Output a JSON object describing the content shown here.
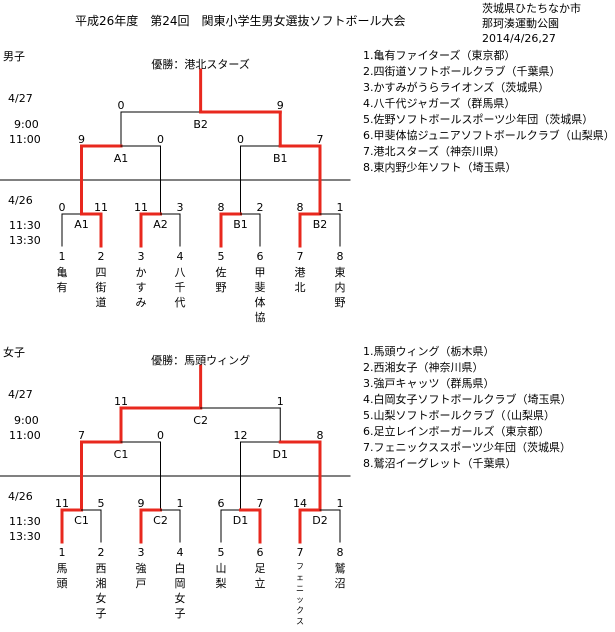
{
  "header": {
    "title": "平成26年度　第24回　関東小学生男女選抜ソフトボール大会",
    "venue_line1": "茨城県ひたちなか市",
    "venue_line2": "那珂湊運動公園",
    "dates": "2014/4/26,27"
  },
  "colors": {
    "advance": "#e8281e",
    "line": "#000000"
  },
  "boys": {
    "section_label": "男子",
    "champion": "優勝：港北スターズ",
    "day2_date": "4/27",
    "day2_time1": "9:00",
    "day2_time2": "11:00",
    "day1_date": "4/26",
    "day1_time1": "11:30",
    "day1_time2": "13:30",
    "teams_list": [
      "1.亀有ファイターズ（東京都）",
      "2.四街道ソフトボールクラブ（千葉県）",
      "3.かすみがうらライオンズ（茨城県）",
      "4.八千代ジャガーズ（群馬県）",
      "5.佐野ソフトボールスポーツ少年団（茨城県）",
      "6.甲斐体協ジュニアソフトボールクラブ（山梨県）",
      "7.港北スターズ（神奈川県）",
      "8.東内野少年ソフト（埼玉県）"
    ],
    "slots": [
      {
        "num": "1",
        "name": "亀有"
      },
      {
        "num": "2",
        "name": "四街道"
      },
      {
        "num": "3",
        "name": "かすみ"
      },
      {
        "num": "4",
        "name": "八千代"
      },
      {
        "num": "5",
        "name": "佐野"
      },
      {
        "num": "6",
        "name": "甲斐体協"
      },
      {
        "num": "7",
        "name": "港北"
      },
      {
        "num": "8",
        "name": "東内野"
      }
    ],
    "r1": [
      {
        "label": "A1",
        "scores": [
          "0",
          "11"
        ],
        "winner": 1
      },
      {
        "label": "A2",
        "scores": [
          "11",
          "3"
        ],
        "winner": 0
      },
      {
        "label": "B1",
        "scores": [
          "8",
          "2"
        ],
        "winner": 0
      },
      {
        "label": "B2",
        "scores": [
          "8",
          "1"
        ],
        "winner": 0
      }
    ],
    "semis": [
      {
        "label": "A1",
        "scores": [
          "9",
          "0"
        ],
        "winner": 0
      },
      {
        "label": "B1",
        "scores": [
          "0",
          "7"
        ],
        "winner": 1
      }
    ],
    "final": {
      "label": "B2",
      "scores": [
        "0",
        "9"
      ],
      "winner": 1
    }
  },
  "girls": {
    "section_label": "女子",
    "champion": "優勝：馬頭ウィング",
    "day2_date": "4/27",
    "day2_time1": "9:00",
    "day2_time2": "11:00",
    "day1_date": "4/26",
    "day1_time1": "11:30",
    "day1_time2": "13:30",
    "teams_list": [
      "1.馬頭ウィング（栃木県）",
      "2.西湘女子（神奈川県）",
      "3.強戸キャッツ（群馬県）",
      "4.白岡女子ソフトボールクラブ（埼玉県）",
      "5.山梨ソフトボールクラブ（（山梨県）",
      "6.足立レインボーガールズ（東京都）",
      "7.フェニックススポーツ少年団（茨城県）",
      "8.鷲沼イーグレット（千葉県）"
    ],
    "slots": [
      {
        "num": "1",
        "name": "馬頭"
      },
      {
        "num": "2",
        "name": "西湘女子"
      },
      {
        "num": "3",
        "name": "強戸"
      },
      {
        "num": "4",
        "name": "白岡女子"
      },
      {
        "num": "5",
        "name": "山梨"
      },
      {
        "num": "6",
        "name": "足立"
      },
      {
        "num": "7",
        "name": "フェニックス"
      },
      {
        "num": "8",
        "name": "鷲沼"
      }
    ],
    "r1": [
      {
        "label": "C1",
        "scores": [
          "11",
          "5"
        ],
        "winner": 0
      },
      {
        "label": "C2",
        "scores": [
          "9",
          "1"
        ],
        "winner": 0
      },
      {
        "label": "D1",
        "scores": [
          "6",
          "7"
        ],
        "winner": 1
      },
      {
        "label": "D2",
        "scores": [
          "14",
          "1"
        ],
        "winner": 0
      }
    ],
    "semis": [
      {
        "label": "C1",
        "scores": [
          "7",
          "0"
        ],
        "winner": 0
      },
      {
        "label": "D1",
        "scores": [
          "12",
          "8"
        ],
        "winner": 1
      }
    ],
    "final": {
      "label": "C2",
      "scores": [
        "11",
        "1"
      ],
      "winner": 0
    }
  }
}
